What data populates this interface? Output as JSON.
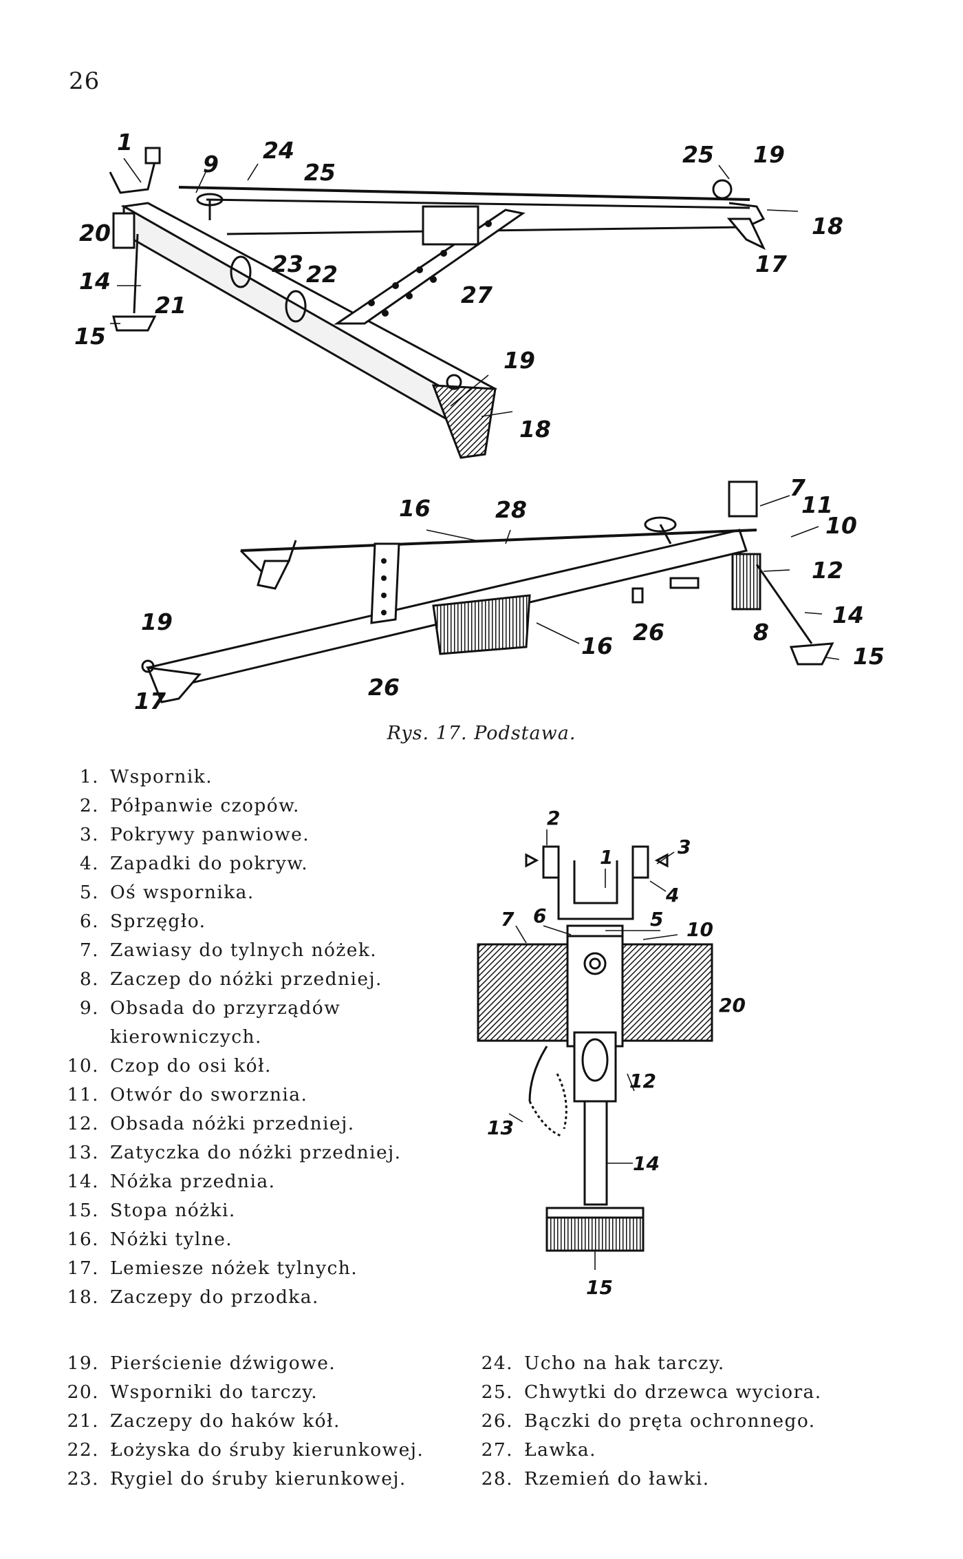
{
  "page": {
    "number": "26"
  },
  "figure": {
    "caption": "Rys. 17. Podstawa.",
    "callouts_top": [
      "1",
      "9",
      "24",
      "25",
      "25",
      "19",
      "18",
      "17",
      "20",
      "14",
      "21",
      "15",
      "23",
      "22",
      "27",
      "19",
      "18"
    ],
    "callouts_middle": [
      "16",
      "28",
      "7",
      "11",
      "10",
      "12",
      "14",
      "15",
      "8",
      "26",
      "16",
      "19",
      "17",
      "26"
    ],
    "callouts_right": [
      "2",
      "3",
      "1",
      "4",
      "7",
      "6",
      "5",
      "10",
      "20",
      "12",
      "13",
      "14",
      "15"
    ]
  },
  "legend": [
    {
      "num": "1.",
      "text": "Wspornik."
    },
    {
      "num": "2.",
      "text": "Półpanwie czopów."
    },
    {
      "num": "3.",
      "text": "Pokrywy panwiowe."
    },
    {
      "num": "4.",
      "text": "Zapadki do pokryw."
    },
    {
      "num": "5.",
      "text": "Oś wspornika."
    },
    {
      "num": "6.",
      "text": "Sprzęgło."
    },
    {
      "num": "7.",
      "text": "Zawiasy do tylnych nóżek."
    },
    {
      "num": "8.",
      "text": "Zaczep do nóżki przedniej."
    },
    {
      "num": "9.",
      "text": "Obsada do przyrządów kierowniczych."
    },
    {
      "num": "10.",
      "text": "Czop do osi kół."
    },
    {
      "num": "11.",
      "text": "Otwór do sworznia."
    },
    {
      "num": "12.",
      "text": "Obsada nóżki przedniej."
    },
    {
      "num": "13.",
      "text": "Zatyczka do nóżki przedniej."
    },
    {
      "num": "14.",
      "text": "Nóżka przednia."
    },
    {
      "num": "15.",
      "text": "Stopa nóżki."
    },
    {
      "num": "16.",
      "text": "Nóżki tylne."
    },
    {
      "num": "17.",
      "text": "Lemiesze nóżek tylnych."
    },
    {
      "num": "18.",
      "text": "Zaczepy do przodka."
    },
    {
      "num": "19.",
      "text": "Pierścienie dźwigowe."
    },
    {
      "num": "20.",
      "text": "Wsporniki do tarczy."
    },
    {
      "num": "21.",
      "text": "Zaczepy do haków kół."
    },
    {
      "num": "22.",
      "text": "Łożyska do śruby kierunkowej."
    },
    {
      "num": "23.",
      "text": "Rygiel do śruby kierunkowej."
    },
    {
      "num": "24.",
      "text": "Ucho na hak tarczy."
    },
    {
      "num": "25.",
      "text": "Chwytki do drzewca wyciora."
    },
    {
      "num": "26.",
      "text": "Bączki do pręta ochronnego."
    },
    {
      "num": "27.",
      "text": "Ławka."
    },
    {
      "num": "28.",
      "text": "Rzemień do ławki."
    }
  ]
}
